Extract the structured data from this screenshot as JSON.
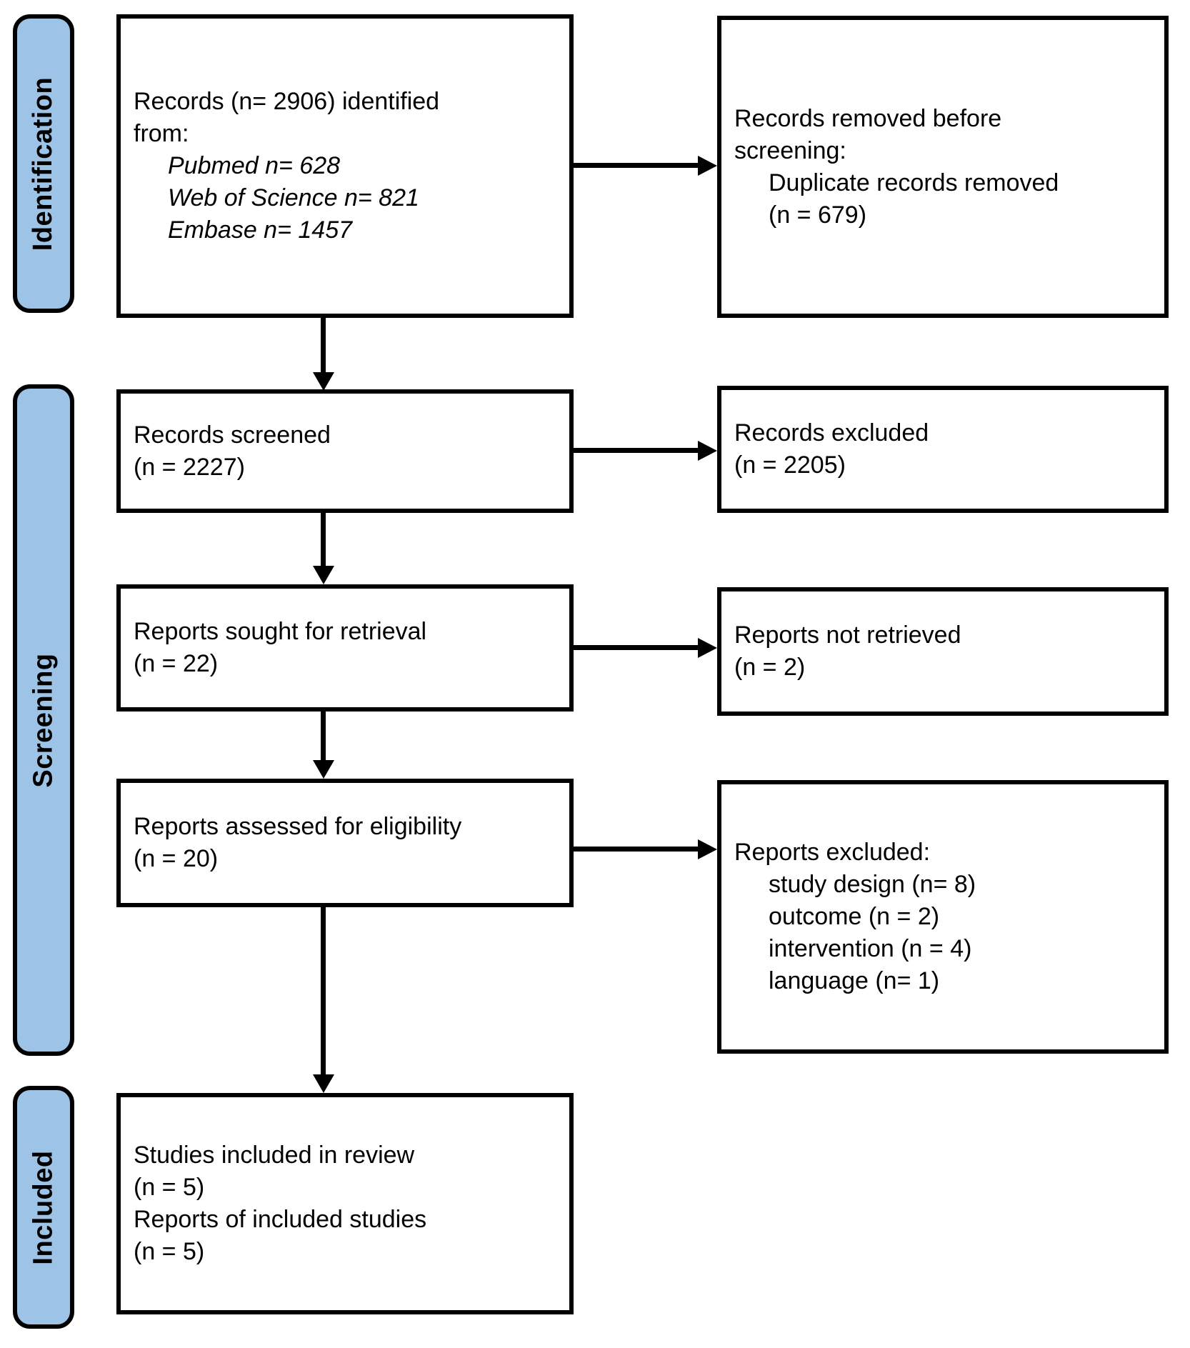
{
  "diagram": {
    "type": "prisma-flowchart",
    "stages": [
      {
        "label": "Identification"
      },
      {
        "label": "Screening"
      },
      {
        "label": "Included"
      }
    ],
    "boxes": {
      "identified": {
        "lines": [
          "Records (n= 2906) identified",
          "from:",
          "Pubmed n= 628",
          "Web of Science n= 821",
          "Embase n= 1457"
        ]
      },
      "removed": {
        "lines": [
          "Records removed before",
          "screening:",
          "Duplicate records removed",
          "(n = 679)"
        ]
      },
      "screened": {
        "lines": [
          "Records screened",
          "(n = 2227)"
        ]
      },
      "excluded": {
        "lines": [
          "Records excluded",
          "(n = 2205)"
        ]
      },
      "sought": {
        "lines": [
          "Reports sought for retrieval",
          "(n = 22)"
        ]
      },
      "not_retrieved": {
        "lines": [
          "Reports not retrieved",
          "(n = 2)"
        ]
      },
      "assessed": {
        "lines": [
          "Reports assessed for eligibility",
          "(n = 20)"
        ]
      },
      "reports_excluded": {
        "lines": [
          "Reports excluded:",
          "study design (n= 8)",
          "outcome (n = 2)",
          "intervention (n = 4)",
          "language (n= 1)"
        ]
      },
      "included_studies": {
        "lines": [
          "Studies included in review",
          "(n = 5)",
          "Reports of included studies",
          "(n = 5)"
        ]
      }
    },
    "colors": {
      "stage_fill": "#9DC3E6",
      "box_border": "#000000",
      "arrow": "#000000",
      "background": "#FFFFFF"
    }
  }
}
